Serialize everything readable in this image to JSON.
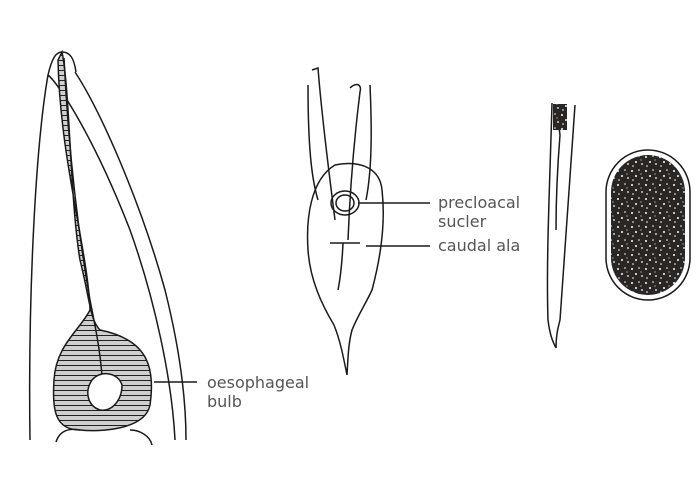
{
  "figure": {
    "panels": [
      {
        "id": "anterior-end",
        "description": "anterior end with oesophagus"
      },
      {
        "id": "male-tail",
        "description": "male posterior end, ventral view"
      },
      {
        "id": "female-tail",
        "description": "female posterior end"
      },
      {
        "id": "egg",
        "description": "egg"
      }
    ],
    "labels": {
      "oesophageal_bulb_line1": "oesophageal",
      "oesophageal_bulb_line2": "bulb",
      "precloacal_sucker_line1": "precloacal",
      "precloacal_sucker_line2": "sucler",
      "caudal_ala": "caudal ala"
    },
    "colors": {
      "line": "#1a1a1a",
      "label_text": "#555555",
      "oesophagus_fill": "#cfcfcf",
      "egg_fill": "#2a2624"
    }
  }
}
